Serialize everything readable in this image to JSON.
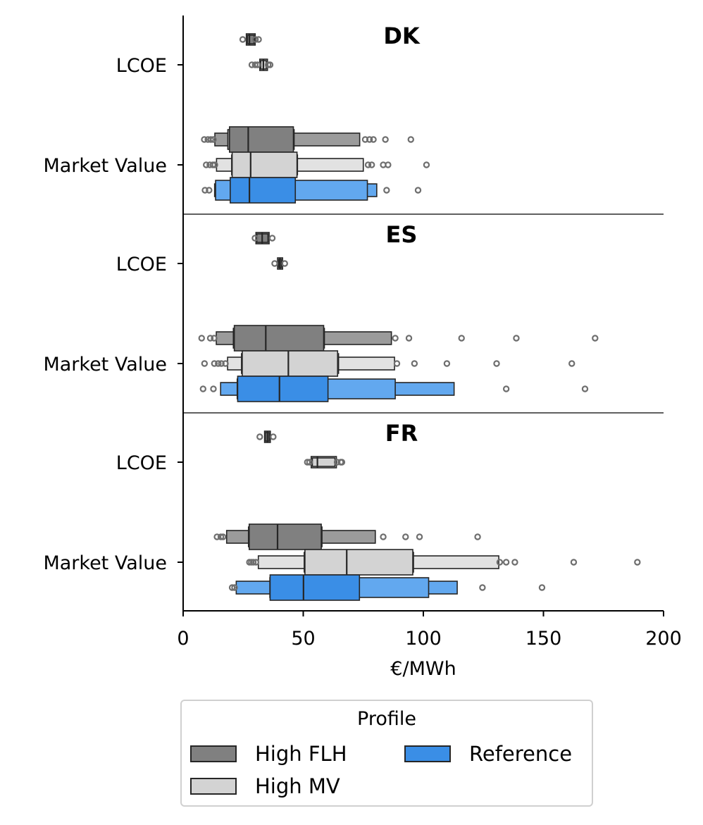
{
  "chart_data": {
    "type": "boxen",
    "xlabel": "€/MWh",
    "xlim": [
      0,
      200
    ],
    "xticks": [
      0,
      50,
      100,
      150,
      200
    ],
    "categories": [
      "LCOE",
      "Market Value"
    ],
    "legend": {
      "title": "Profile",
      "placement": "bottom",
      "entries": [
        {
          "name": "High FLH",
          "color": "#808080"
        },
        {
          "name": "Reference",
          "color": "#3a8ee6"
        },
        {
          "name": "High MV",
          "color": "#d3d3d3"
        }
      ]
    },
    "panels": [
      {
        "title": "DK",
        "groups": [
          {
            "category": "LCOE",
            "series": [
              {
                "name": "High FLH",
                "levels": [
                  [
                    26.3,
                    30.0
                  ],
                  [
                    26.8,
                    29.5
                  ]
                ],
                "median": 27.6,
                "outliers": [
                  24.8,
                  30.1,
                  31.4
                ]
              },
              {
                "name": "High MV",
                "levels": [
                  [
                    31.9,
                    35.1
                  ],
                  [
                    32.3,
                    34.6
                  ]
                ],
                "median": 33.4,
                "outliers": [
                  28.6,
                  30.0,
                  31.0,
                  35.4,
                  36.2
                ]
              }
            ]
          },
          {
            "category": "Market Value",
            "series": [
              {
                "name": "High FLH",
                "levels": [
                  [
                    13.2,
                    73.5
                  ],
                  [
                    18.6,
                    46.2
                  ],
                  [
                    19.3,
                    45.9
                  ]
                ],
                "median": 27.1,
                "outliers": [
                  8.8,
                  10.3,
                  11.5,
                  12.6,
                  75.8,
                  77.6,
                  79.2,
                  84.2,
                  94.8
                ]
              },
              {
                "name": "High MV",
                "levels": [
                  [
                    13.9,
                    75.0
                  ],
                  [
                    20.2,
                    47.6
                  ],
                  [
                    20.4,
                    47.4
                  ]
                ],
                "median": 28.1,
                "outliers": [
                  9.6,
                  11.1,
                  12.4,
                  13.2,
                  77.0,
                  78.5,
                  83.3,
                  85.3,
                  101.3
                ]
              },
              {
                "name": "Reference",
                "levels": [
                  [
                    13.1,
                    80.6
                  ],
                  [
                    13.5,
                    76.7
                  ],
                  [
                    19.6,
                    46.7
                  ]
                ],
                "median": 27.6,
                "outliers": [
                  9.1,
                  10.8,
                  84.7,
                  97.8
                ]
              }
            ]
          }
        ]
      },
      {
        "title": "ES",
        "groups": [
          {
            "category": "LCOE",
            "series": [
              {
                "name": "High FLH",
                "levels": [
                  [
                    30.3,
                    35.8
                  ],
                  [
                    30.7,
                    35.3
                  ]
                ],
                "median": 32.9,
                "outliers": [
                  29.9,
                  37.1
                ]
              },
              {
                "name": "High MV",
                "levels": [
                  [
                    39.3,
                    41.4
                  ],
                  [
                    39.8,
                    40.9
                  ]
                ],
                "median": 40.3,
                "outliers": [
                  38.1,
                  42.3
                ]
              }
            ]
          },
          {
            "category": "Market Value",
            "series": [
              {
                "name": "High FLH",
                "levels": [
                  [
                    13.8,
                    86.7
                  ],
                  [
                    20.9,
                    58.8
                  ],
                  [
                    21.3,
                    58.5
                  ]
                ],
                "median": 34.4,
                "outliers": [
                  7.7,
                  11.3,
                  12.9,
                  88.3,
                  94.0,
                  115.9,
                  138.7,
                  171.5
                ]
              },
              {
                "name": "High MV",
                "levels": [
                  [
                    18.5,
                    88.0
                  ],
                  [
                    24.3,
                    64.7
                  ],
                  [
                    24.6,
                    64.3
                  ]
                ],
                "median": 43.8,
                "outliers": [
                  8.9,
                  13.0,
                  14.6,
                  15.9,
                  17.6,
                  89.0,
                  96.3,
                  109.8,
                  130.5,
                  161.8
                ]
              },
              {
                "name": "Reference",
                "levels": [
                  [
                    15.6,
                    112.8
                  ],
                  [
                    22.5,
                    88.3
                  ],
                  [
                    22.7,
                    60.3
                  ]
                ],
                "median": 40.1,
                "outliers": [
                  8.3,
                  12.6,
                  134.5,
                  167.3
                ]
              }
            ]
          }
        ]
      },
      {
        "title": "FR",
        "groups": [
          {
            "category": "LCOE",
            "series": [
              {
                "name": "High FLH",
                "levels": [
                  [
                    33.9,
                    36.3
                  ],
                  [
                    34.2,
                    35.8
                  ]
                ],
                "median": 35.1,
                "outliers": [
                  31.9,
                  37.5
                ]
              },
              {
                "name": "High MV",
                "levels": [
                  [
                    53.3,
                    63.8
                  ],
                  [
                    53.8,
                    63.2
                  ]
                ],
                "median": 55.9,
                "outliers": [
                  51.7,
                  52.6,
                  64.1,
                  65.6,
                  66.1
                ]
              }
            ]
          },
          {
            "category": "Market Value",
            "series": [
              {
                "name": "High FLH",
                "levels": [
                  [
                    18.1,
                    80.0
                  ],
                  [
                    27.2,
                    57.8
                  ],
                  [
                    27.5,
                    57.5
                  ]
                ],
                "median": 39.3,
                "outliers": [
                  14.1,
                  15.7,
                  16.6,
                  83.3,
                  92.6,
                  98.4,
                  122.6
                ]
              },
              {
                "name": "High MV",
                "levels": [
                  [
                    31.3,
                    131.4
                  ],
                  [
                    50.4,
                    95.9
                  ],
                  [
                    50.7,
                    95.6
                  ]
                ],
                "median": 68.1,
                "outliers": [
                  27.6,
                  28.4,
                  29.2,
                  30.3,
                  131.8,
                  134.5,
                  138.1,
                  162.6,
                  189.1
                ]
              },
              {
                "name": "Reference",
                "levels": [
                  [
                    22.1,
                    114.1
                  ],
                  [
                    36.1,
                    102.2
                  ],
                  [
                    36.2,
                    73.4
                  ]
                ],
                "median": 50.1,
                "outliers": [
                  20.4,
                  21.4,
                  124.6,
                  149.4
                ]
              }
            ]
          }
        ]
      }
    ]
  }
}
